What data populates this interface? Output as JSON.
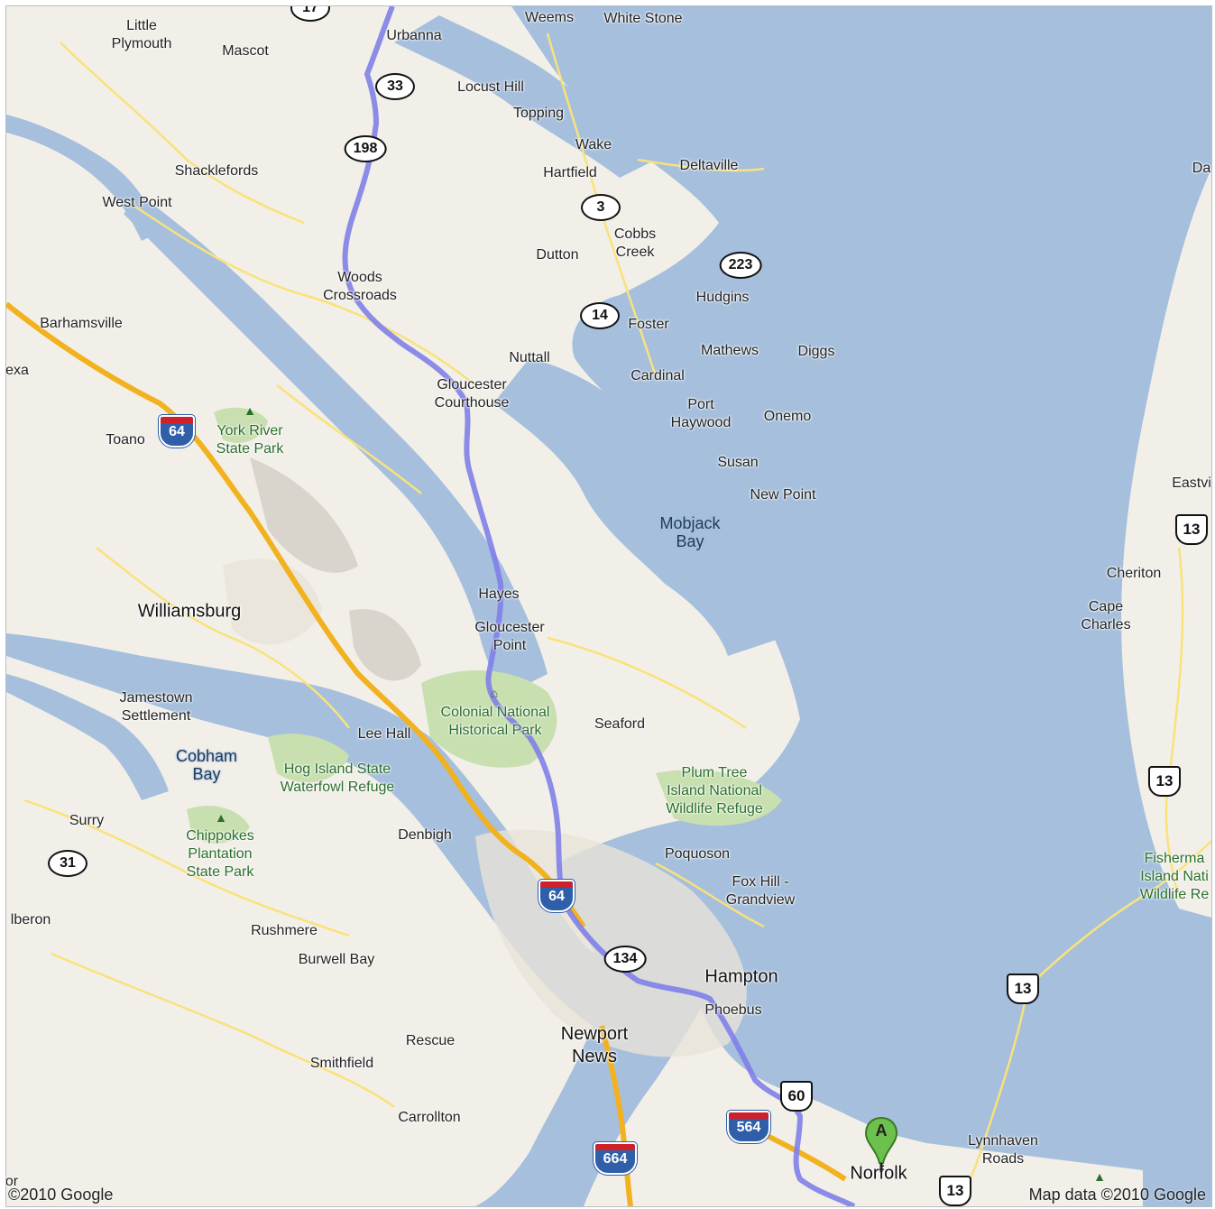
{
  "map": {
    "copyright_left": "©2010 Google",
    "copyright_right": "Map data ©2010 Google",
    "marker_label": "A",
    "colors": {
      "land": "#f2efe9",
      "water": "#a5bfdd",
      "route": "#7f7fe8",
      "interstate": "#f2b21f",
      "road": "#f9e27a",
      "park": "#c8dfb0"
    },
    "places": {
      "little_plymouth": "Little\nPlymouth",
      "mascot": "Mascot",
      "urbanna": "Urbanna",
      "weems": "Weems",
      "white_stone": "White Stone",
      "locust_hill": "Locust Hill",
      "topping": "Topping",
      "wake": "Wake",
      "hartfield": "Hartfield",
      "deltaville": "Deltaville",
      "shacklefords": "Shacklefords",
      "west_point": "West Point",
      "cobbs_creek": "Cobbs\nCreek",
      "dutton": "Dutton",
      "woods_crossroads": "Woods\nCrossroads",
      "hudgins": "Hudgins",
      "barhamsville": "Barhamsville",
      "foster": "Foster",
      "nuttall": "Nuttall",
      "mathews": "Mathews",
      "diggs": "Diggs",
      "cardinal": "Cardinal",
      "gloucester_courthouse": "Gloucester\nCourthouse",
      "port_haywood": "Port\nHaywood",
      "onemo": "Onemo",
      "toano": "Toano",
      "york_river_sp": "York River\nState Park",
      "susan": "Susan",
      "new_point": "New Point",
      "mobjack_bay": "Mobjack\nBay",
      "eastville": "Eastvi",
      "cheriton": "Cheriton",
      "cape_charles": "Cape\nCharles",
      "hayes": "Hayes",
      "gloucester_point": "Gloucester\nPoint",
      "williamsburg": "Williamsburg",
      "jamestown": "Jamestown\nSettlement",
      "colonial_nhp": "Colonial National\nHistorical Park",
      "seaford": "Seaford",
      "lee_hall": "Lee Hall",
      "cobham_bay": "Cobham\nBay",
      "hog_island": "Hog Island State\nWaterfowl Refuge",
      "plum_tree": "Plum Tree\nIsland National\nWildlife Refuge",
      "surry": "Surry",
      "chippokes": "Chippokes\nPlantation\nState Park",
      "denbigh": "Denbigh",
      "poquoson": "Poquoson",
      "fishermans": "Fisherma\nIsland Nati\nWildlife Re",
      "fox_hill": "Fox Hill -\nGrandview",
      "elberon": "lberon",
      "rushmere": "Rushmere",
      "burwell_bay": "Burwell Bay",
      "hampton": "Hampton",
      "phoebus": "Phoebus",
      "newport_news": "Newport\nNews",
      "rescue": "Rescue",
      "smithfield": "Smithfield",
      "carrollton": "Carrollton",
      "lynnhaven": "Lynnhaven\nRoads",
      "norfolk": "Norfolk",
      "da": "Da",
      "exa": "exa",
      "or": "or"
    },
    "shields": {
      "r17": "17",
      "r33": "33",
      "r198": "198",
      "r3": "3",
      "r223": "223",
      "r14": "14",
      "r31": "31",
      "r134": "134",
      "us13_a": "13",
      "us13_b": "13",
      "us13_c": "13",
      "us13_d": "13",
      "us60": "60",
      "i64_a": "64",
      "i64_b": "64",
      "i564": "564",
      "i664": "664"
    }
  }
}
